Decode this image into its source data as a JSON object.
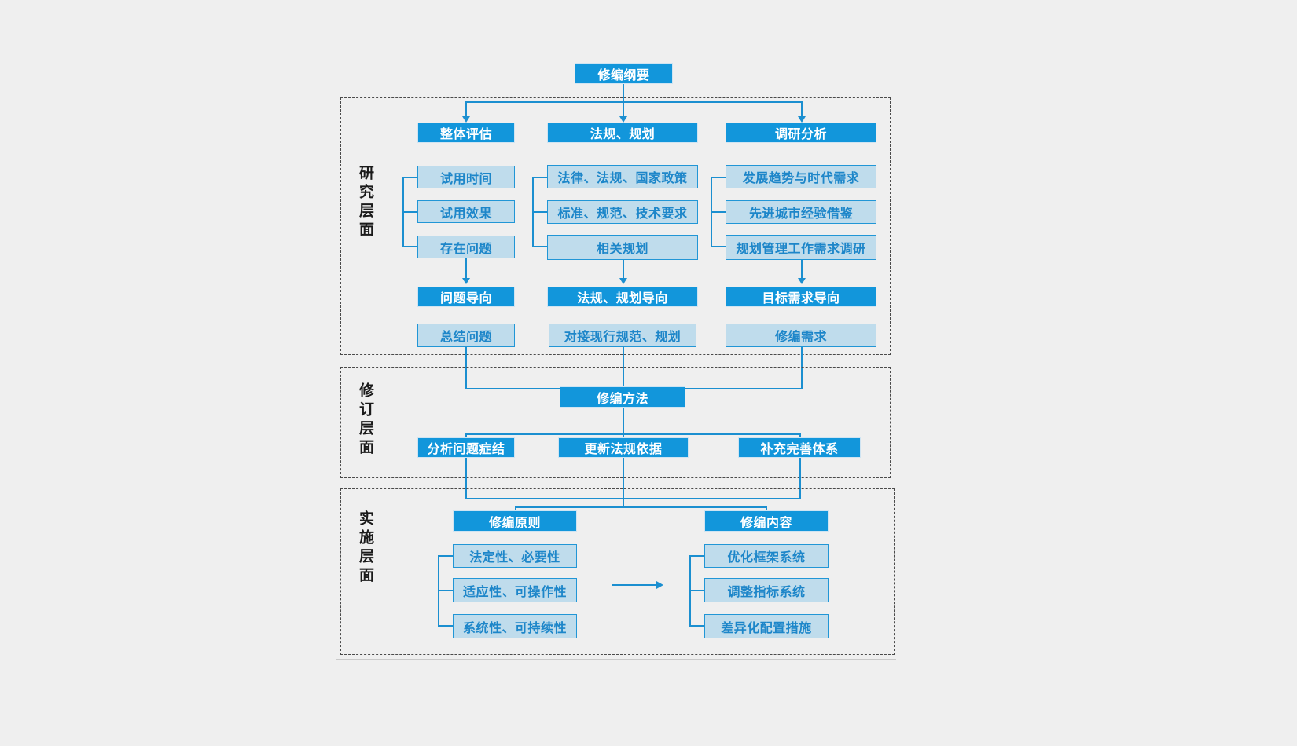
{
  "diagram": {
    "title": "修编纲要",
    "background": "#efefef",
    "colors": {
      "primary_dark": "#1296db",
      "primary_light": "#bfdcec",
      "border_blue": "#2196d6",
      "connector": "#1b8fd0",
      "label_text": "#1d86c9",
      "frame_dash": "#4a4a4a"
    },
    "sections": [
      {
        "id": "research",
        "label": "研究层面",
        "columns": [
          {
            "id": "overall-evaluation",
            "header": "整体评估",
            "items": [
              "试用时间",
              "试用效果",
              "存在问题"
            ],
            "orientation": "问题导向",
            "outcome": "总结问题"
          },
          {
            "id": "regulations-planning",
            "header": "法规、规划",
            "items": [
              "法律、法规、国家政策",
              "标准、规范、技术要求",
              "相关规划"
            ],
            "orientation": "法规、规划导向",
            "outcome": "对接现行规范、规划"
          },
          {
            "id": "research-analysis",
            "header": "调研分析",
            "items": [
              "发展趋势与时代需求",
              "先进城市经验借鉴",
              "规划管理工作需求调研"
            ],
            "orientation": "目标需求导向",
            "outcome": "修编需求"
          }
        ]
      },
      {
        "id": "revision",
        "label": "修订层面",
        "header": "修编方法",
        "items": [
          "分析问题症结",
          "更新法规依据",
          "补充完善体系"
        ]
      },
      {
        "id": "implementation",
        "label": "实施层面",
        "groups": [
          {
            "id": "principles",
            "header": "修编原则",
            "items": [
              "法定性、必要性",
              "适应性、可操作性",
              "系统性、可持续性"
            ]
          },
          {
            "id": "contents",
            "header": "修编内容",
            "items": [
              "优化框架系统",
              "调整指标系统",
              "差异化配置措施"
            ]
          }
        ]
      }
    ]
  }
}
